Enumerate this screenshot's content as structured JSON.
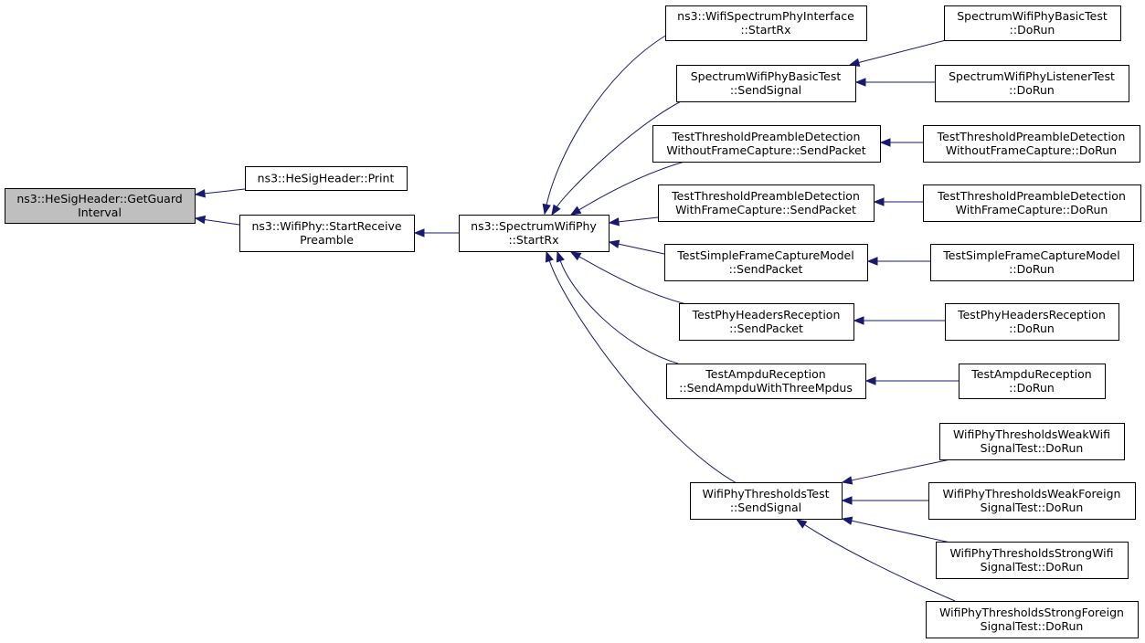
{
  "nodes": [
    {
      "id": "root",
      "lines": [
        "ns3::HeSigHeader::GetGuard",
        "Interval"
      ],
      "highlighted": true
    },
    {
      "id": "print",
      "lines": [
        "ns3::HeSigHeader::Print"
      ]
    },
    {
      "id": "startreceive",
      "lines": [
        "ns3::WifiPhy::StartReceive",
        "Preamble"
      ]
    },
    {
      "id": "spectrumstartrx",
      "lines": [
        "ns3::SpectrumWifiPhy",
        "::StartRx"
      ]
    },
    {
      "id": "interfacestartrx",
      "lines": [
        "ns3::WifiSpectrumPhyInterface",
        "::StartRx"
      ]
    },
    {
      "id": "basicsendsignal",
      "lines": [
        "SpectrumWifiPhyBasicTest",
        "::SendSignal"
      ]
    },
    {
      "id": "nocapsend",
      "lines": [
        "TestThresholdPreambleDetection",
        "WithoutFrameCapture::SendPacket"
      ]
    },
    {
      "id": "capsend",
      "lines": [
        "TestThresholdPreambleDetection",
        "WithFrameCapture::SendPacket"
      ]
    },
    {
      "id": "simplecapsend",
      "lines": [
        "TestSimpleFrameCaptureModel",
        "::SendPacket"
      ]
    },
    {
      "id": "headerssend",
      "lines": [
        "TestPhyHeadersReception",
        "::SendPacket"
      ]
    },
    {
      "id": "ampdusend",
      "lines": [
        "TestAmpduReception",
        "::SendAmpduWithThreeMpdus"
      ]
    },
    {
      "id": "thresholdssend",
      "lines": [
        "WifiPhyThresholdsTest",
        "::SendSignal"
      ]
    },
    {
      "id": "basicdorun",
      "lines": [
        "SpectrumWifiPhyBasicTest",
        "::DoRun"
      ]
    },
    {
      "id": "listenerdorun",
      "lines": [
        "SpectrumWifiPhyListenerTest",
        "::DoRun"
      ]
    },
    {
      "id": "nocapdorun",
      "lines": [
        "TestThresholdPreambleDetection",
        "WithoutFrameCapture::DoRun"
      ]
    },
    {
      "id": "capdorun",
      "lines": [
        "TestThresholdPreambleDetection",
        "WithFrameCapture::DoRun"
      ]
    },
    {
      "id": "simplecapdorun",
      "lines": [
        "TestSimpleFrameCaptureModel",
        "::DoRun"
      ]
    },
    {
      "id": "headersdorun",
      "lines": [
        "TestPhyHeadersReception",
        "::DoRun"
      ]
    },
    {
      "id": "ampdudorun",
      "lines": [
        "TestAmpduReception",
        "::DoRun"
      ]
    },
    {
      "id": "weakwifi",
      "lines": [
        "WifiPhyThresholdsWeakWifi",
        "SignalTest::DoRun"
      ]
    },
    {
      "id": "weakforeign",
      "lines": [
        "WifiPhyThresholdsWeakForeign",
        "SignalTest::DoRun"
      ]
    },
    {
      "id": "strongwifi",
      "lines": [
        "WifiPhyThresholdsStrongWifi",
        "SignalTest::DoRun"
      ]
    },
    {
      "id": "strongforeign",
      "lines": [
        "WifiPhyThresholdsStrongForeign",
        "SignalTest::DoRun"
      ]
    }
  ],
  "edges": [
    {
      "from": "print",
      "to": "root"
    },
    {
      "from": "startreceive",
      "to": "root"
    },
    {
      "from": "spectrumstartrx",
      "to": "startreceive"
    },
    {
      "from": "interfacestartrx",
      "to": "spectrumstartrx"
    },
    {
      "from": "basicsendsignal",
      "to": "spectrumstartrx"
    },
    {
      "from": "nocapsend",
      "to": "spectrumstartrx"
    },
    {
      "from": "capsend",
      "to": "spectrumstartrx"
    },
    {
      "from": "simplecapsend",
      "to": "spectrumstartrx"
    },
    {
      "from": "headerssend",
      "to": "spectrumstartrx"
    },
    {
      "from": "ampdusend",
      "to": "spectrumstartrx"
    },
    {
      "from": "thresholdssend",
      "to": "spectrumstartrx"
    },
    {
      "from": "basicdorun",
      "to": "basicsendsignal"
    },
    {
      "from": "listenerdorun",
      "to": "basicsendsignal"
    },
    {
      "from": "nocapdorun",
      "to": "nocapsend"
    },
    {
      "from": "capdorun",
      "to": "capsend"
    },
    {
      "from": "simplecapdorun",
      "to": "simplecapsend"
    },
    {
      "from": "headersdorun",
      "to": "headerssend"
    },
    {
      "from": "ampdudorun",
      "to": "ampdusend"
    },
    {
      "from": "weakwifi",
      "to": "thresholdssend"
    },
    {
      "from": "weakforeign",
      "to": "thresholdssend"
    },
    {
      "from": "strongwifi",
      "to": "thresholdssend"
    },
    {
      "from": "strongforeign",
      "to": "thresholdssend"
    }
  ],
  "colors": {
    "edge": "#191970",
    "highlight_fill": "#bfbfbf",
    "node_fill": "#ffffff",
    "border": "#000000"
  }
}
